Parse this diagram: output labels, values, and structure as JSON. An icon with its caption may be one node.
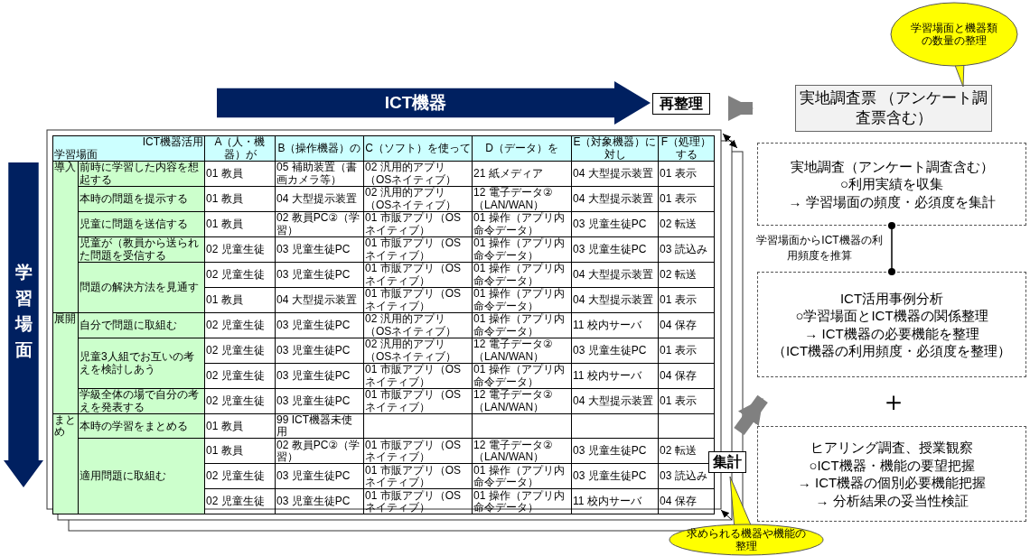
{
  "diagram": {
    "nodes": [
      {
        "text": [
          "ICT機器"
        ]
      },
      {
        "text": [
          "再整理"
        ]
      },
      {
        "text": [
          "学習場面"
        ]
      },
      {
        "text": [
          "実地調査票 （アンケート調査票含む）"
        ]
      },
      {
        "text": [
          "学習場面と機器類の数量の整理"
        ]
      },
      {
        "text": [
          "実地調査（アンケート調査含む）",
          "○利用実績を収集",
          "→ 学習場面の頻度・必須度を集計"
        ]
      },
      {
        "text": [
          "ICT活用事例分析",
          "○学習場面とICT機器の関係整理",
          "→ ICT機器の必要機能を整理",
          "（ICT機器の利用頻度・必須度を整理）"
        ]
      },
      {
        "text": [
          "ヒアリング調査、授業観察",
          "○ICT機器・機能の要望把握",
          "→ ICT機器の個別必要機能把握",
          "→ 分析結果の妥当性検証"
        ]
      },
      {
        "text": [
          "集計"
        ]
      },
      {
        "text": [
          "求められる機器や機能の整理"
        ]
      }
    ],
    "edges": [
      {
        "from": null,
        "to": 3,
        "arrow": "to"
      },
      {
        "from": 5,
        "to": 6,
        "arrow": "other",
        "label": "学習場面からICT機器の利用頻度を推算",
        "color": "#000000"
      },
      {
        "from": null,
        "to": 6,
        "arrow": "to"
      }
    ],
    "labels": [
      "ICT機器活用",
      "学習場面",
      "A（人・機器）が",
      "B（操作機器）の",
      "C（ソフト）を使って",
      "D（データ）を",
      "E（対象機器）に対し",
      "F（処理）する",
      "導入",
      "前時に学習した内容を想起する",
      "01 教員",
      "05 補助装置（書画カメラ等）",
      "02 汎用的アプリ（OSネイティブ）",
      "21 紙メディア",
      "04 大型提示装置",
      "01 表示",
      "本時の問題を提示する",
      "01 教員",
      "04 大型提示装置",
      "02 汎用的アプリ（OSネイティブ）",
      "12 電子データ②（LAN/WAN）",
      "04 大型提示装置",
      "01 表示",
      "児童に問題を送信する",
      "01 教員",
      "02 教員PC②（学習）",
      "01 市販アプリ（OSネイティブ）",
      "01 操作（アプリ内命令データ）",
      "03 児童生徒PC",
      "02 転送",
      "児童が（教員から送られた問題を受信する",
      "02 児童生徒",
      "03 児童生徒PC",
      "01 市販アプリ（OSネイティブ）",
      "01 操作（アプリ内命令データ）",
      "03 児童生徒PC",
      "03 読込み",
      "問題の解決方法を見通す",
      "02 児童生徒",
      "03 児童生徒PC",
      "01 市販アプリ（OSネイティブ）",
      "01 操作（アプリ内命令データ）",
      "04 大型提示装置",
      "02 転送",
      "01 教員",
      "04 大型提示装置",
      "01 市販アプリ（OSネイティブ）",
      "01 操作（アプリ内命令データ）",
      "04 大型提示装置",
      "01 表示",
      "展開",
      "自分で問題に取組む",
      "02 児童生徒",
      "03 児童生徒PC",
      "02 汎用的アプリ（OSネイティブ）",
      "01 操作（アプリ内命令データ）",
      "11 校内サーバ",
      "04 保存",
      "児童3人組でお互いの考えを検討しあう",
      "02 児童生徒",
      "03 児童生徒PC",
      "02 汎用的アプリ（OSネイティブ）",
      "12 電子データ②（LAN/WAN）",
      "03 児童生徒PC",
      "01 表示",
      "02 児童生徒",
      "03 児童生徒PC",
      "01 市販アプリ（OSネイティブ）",
      "01 操作（アプリ内命令データ）",
      "11 校内サーバ",
      "04 保存",
      "学級全体の場で自分の考えを発表する",
      "02 児童生徒",
      "03 児童生徒PC",
      "01 市販アプリ（OSネイティブ）",
      "12 電子データ②（LAN/WAN）",
      "04 大型提示装置",
      "01 表示",
      "まとめ",
      "本時の学習をまとめる",
      "01 教員",
      "99 ICT機器未使用",
      "適用問題に取組む",
      "01 教員",
      "02 教員PC②（学習）",
      "01 市販アプリ（OSネイティブ）",
      "12 電子データ②（LAN/WAN）",
      "03 児童生徒PC",
      "02 転送",
      "02 児童生徒",
      "03 児童生徒PC",
      "01 市販アプリ（OSネイティブ）",
      "01 操作（アプリ内命令データ）",
      "03 児童生徒PC",
      "03 読込み",
      "02 児童生徒",
      "03 児童生徒PC",
      "01 市販アプリ（OSネイティブ）",
      "01 操作（アプリ内命令データ）",
      "11 校内サーバ",
      "04 保存",
      "＋"
    ]
  }
}
